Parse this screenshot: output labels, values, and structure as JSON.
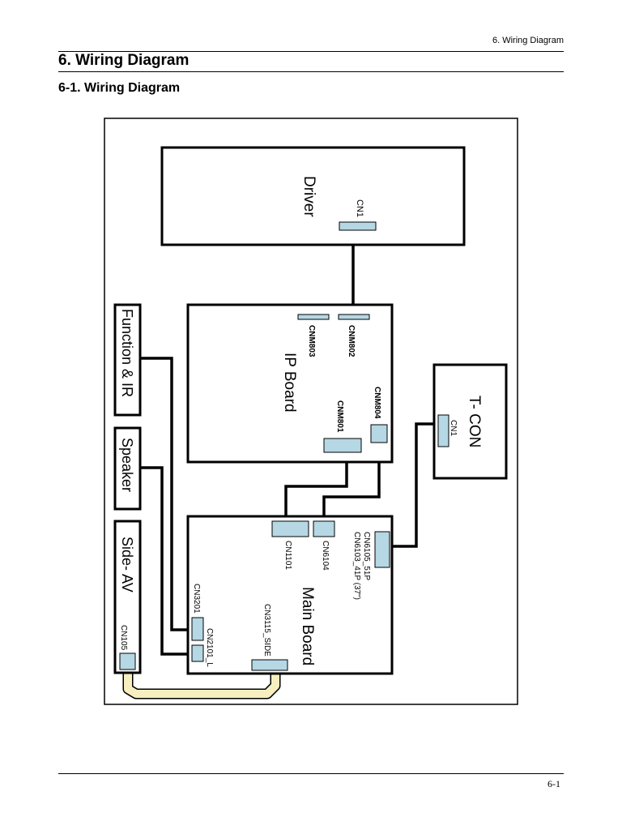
{
  "header": {
    "running_title": "6. Wiring Diagram"
  },
  "section": {
    "title": "6. Wiring Diagram",
    "subtitle": "6-1. Wiring Diagram"
  },
  "footer": {
    "page_number": "6-1"
  },
  "colors": {
    "connector_fill": "#b6d7e4",
    "side_av_cable": "#f7efbf",
    "wire": "#000000"
  },
  "diagram": {
    "boards": {
      "driver": "Driver",
      "ip_board": "IP Board",
      "t_con": "T- CON",
      "main_board": "Main Board",
      "function_ir": "Function & IR",
      "speaker": "Speaker",
      "side_av": "Side- AV"
    },
    "connectors": {
      "driver_cn1": "CN1",
      "cnm802": "CNM802",
      "cnm803": "CNM803",
      "cnm804": "CNM804",
      "cnm801": "CNM801",
      "tcon_cn1": "CN1",
      "cn6105": "CN6105_51P",
      "cn6103": "CN6103_41P (37\")",
      "cn1101": "CN1101",
      "cn6104": "CN6104",
      "cn3201": "CN3201",
      "cn2101": "CN2101_L",
      "cn3115": "CN3115_SIDE",
      "cn105": "CN105"
    }
  }
}
